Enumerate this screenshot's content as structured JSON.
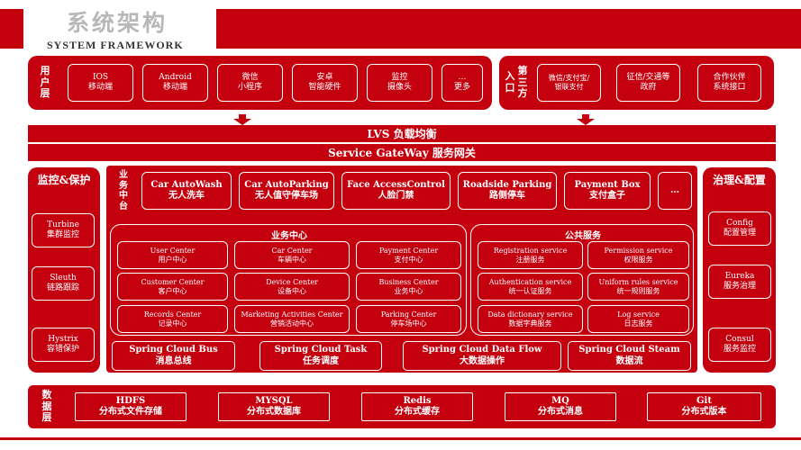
{
  "header": {
    "title_cn": "系统架构",
    "title_en": "SYSTEM FRAMEWORK"
  },
  "user_layer": {
    "label": [
      "用",
      "户",
      "层"
    ],
    "items": [
      {
        "line1": "IOS",
        "line2": "移动端"
      },
      {
        "line1": "Android",
        "line2": "移动端"
      },
      {
        "line1": "微信",
        "line2": "小程序"
      },
      {
        "line1": "安卓",
        "line2": "智能硬件"
      },
      {
        "line1": "监控",
        "line2": "摄像头"
      },
      {
        "line1": "…",
        "line2": "更多"
      }
    ]
  },
  "third_party": {
    "label_left": [
      "入",
      "口"
    ],
    "label_right": [
      "第",
      "三",
      "方"
    ],
    "items": [
      {
        "line1": "微信/支付宝/",
        "line2": "银联支付"
      },
      {
        "line1": "征信/交通等",
        "line2": "政府"
      },
      {
        "line1": "合作伙伴",
        "line2": "系统接口"
      }
    ]
  },
  "lvs": "LVS 负载均衡",
  "gateway": "Service GateWay 服务网关",
  "monitor": {
    "title": "监控&保护",
    "items": [
      {
        "line1": "Turbine",
        "line2": "集群监控"
      },
      {
        "line1": "Sleuth",
        "line2": "链路跟踪"
      },
      {
        "line1": "Hystrix",
        "line2": "容错保护"
      }
    ]
  },
  "governance": {
    "title": "治理&配置",
    "items": [
      {
        "line1": "Config",
        "line2": "配置管理"
      },
      {
        "line1": "Eureka",
        "line2": "服务治理"
      },
      {
        "line1": "Consul",
        "line2": "服务监控"
      }
    ]
  },
  "business_platform": {
    "label": [
      "业",
      "务",
      "中",
      "台"
    ],
    "items": [
      {
        "line1": "Car AutoWash",
        "line2": "无人洗车"
      },
      {
        "line1": "Car AutoParking",
        "line2": "无人值守停车场"
      },
      {
        "line1": "Face AccessControl",
        "line2": "人脸门禁"
      },
      {
        "line1": "Roadside Parking",
        "line2": "路侧停车"
      },
      {
        "line1": "Payment Box",
        "line2": "支付盒子"
      },
      {
        "line1": "…",
        "line2": ""
      }
    ]
  },
  "business_center": {
    "title": "业务中心",
    "items": [
      {
        "line1": "User Center",
        "line2": "用户中心"
      },
      {
        "line1": "Car Center",
        "line2": "车辆中心"
      },
      {
        "line1": "Payment Center",
        "line2": "支付中心"
      },
      {
        "line1": "Customer Center",
        "line2": "客户中心"
      },
      {
        "line1": "Device Center",
        "line2": "设备中心"
      },
      {
        "line1": "Business Center",
        "line2": "业务中心"
      },
      {
        "line1": "Records Center",
        "line2": "记录中心"
      },
      {
        "line1": "Marketing Activities Center",
        "line2": "营销活动中心"
      },
      {
        "line1": "Parking Center",
        "line2": "停车场中心"
      }
    ]
  },
  "public_service": {
    "title": "公共服务",
    "items": [
      {
        "line1": "Registration service",
        "line2": "注册服务"
      },
      {
        "line1": "Permission service",
        "line2": "权限服务"
      },
      {
        "line1": "Authentication service",
        "line2": "统一认证服务"
      },
      {
        "line1": "Uniform rules service",
        "line2": "统一规则服务"
      },
      {
        "line1": "Data  dictionary service",
        "line2": "数据字典服务"
      },
      {
        "line1": "Log service",
        "line2": "日志服务"
      }
    ]
  },
  "spring": [
    {
      "line1": "Spring Cloud Bus",
      "line2": "消息总线"
    },
    {
      "line1": "Spring Cloud Task",
      "line2": "任务调度"
    },
    {
      "line1": "Spring Cloud Data Flow",
      "line2": "大数据操作"
    },
    {
      "line1": "Spring Cloud Steam",
      "line2": "数据流"
    }
  ],
  "data_layer": {
    "label": [
      "数",
      "据",
      "层"
    ],
    "items": [
      {
        "line1": "HDFS",
        "line2": "分布式文件存储"
      },
      {
        "line1": "MYSQL",
        "line2": "分布式数据库"
      },
      {
        "line1": "Redis",
        "line2": "分布式缓存"
      },
      {
        "line1": "MQ",
        "line2": "分布式消息"
      },
      {
        "line1": "Git",
        "line2": "分布式版本"
      }
    ]
  }
}
